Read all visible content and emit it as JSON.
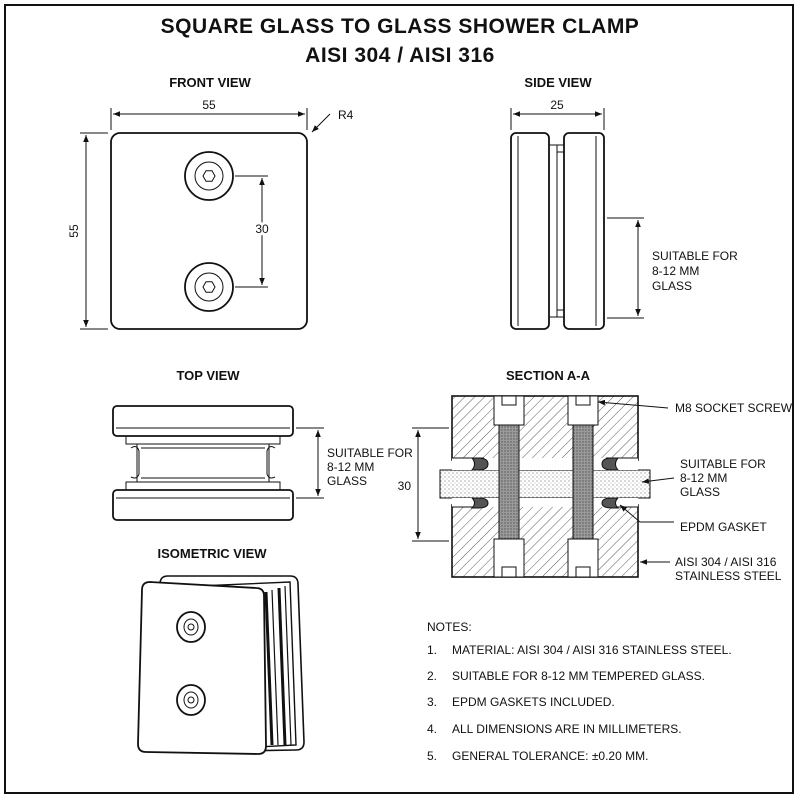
{
  "title": {
    "line1": "SQUARE GLASS TO GLASS SHOWER CLAMP",
    "line2": "AISI 304 / AISI 316"
  },
  "views": {
    "front": "FRONT VIEW",
    "side": "SIDE VIEW",
    "top": "TOP VIEW",
    "section": "SECTION A-A",
    "isometric": "ISOMETRIC VIEW"
  },
  "dimensions": {
    "front_width": "55",
    "front_height": "55",
    "corner_radius": "R4",
    "hole_spacing": "30",
    "side_width": "25",
    "section_height": "30"
  },
  "callouts": {
    "side_glass": [
      "SUITABLE FOR",
      "8-12 MM",
      "GLASS"
    ],
    "top_glass": [
      "SUITABLE FOR",
      "8-12 MM",
      "GLASS"
    ],
    "screw": [
      "M8 SOCKET SCREW"
    ],
    "section_glass": [
      "SUITABLE FOR",
      "8-12 MM",
      "GLASS"
    ],
    "gasket": [
      "EPDM GASKET"
    ],
    "material": [
      "AISI 304 / AISI 316",
      "STAINLESS STEEL"
    ]
  },
  "notes": {
    "heading": "NOTES:",
    "items": [
      {
        "num": "1.",
        "text": "MATERIAL: AISI 304 / AISI 316 STAINLESS STEEL."
      },
      {
        "num": "2.",
        "text": "SUITABLE FOR 8-12 MM TEMPERED GLASS."
      },
      {
        "num": "3.",
        "text": "EPDM GASKETS INCLUDED."
      },
      {
        "num": "4.",
        "text": "ALL DIMENSIONS ARE IN MILLIMETERS."
      },
      {
        "num": "5.",
        "text": "GENERAL TOLERANCE: ±0.20 MM."
      }
    ]
  }
}
